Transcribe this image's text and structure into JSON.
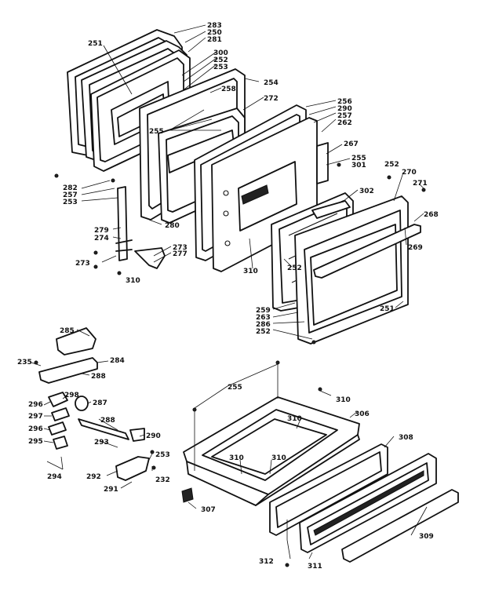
{
  "labels": {
    "l283": "283",
    "l250": "250",
    "l281": "281",
    "l251a": "251",
    "l300": "300",
    "l252a": "252",
    "l253a": "253",
    "l254": "254",
    "l258": "258",
    "l272": "272",
    "l255a": "255",
    "l256": "256",
    "l290a": "290",
    "l257a": "257",
    "l262": "262",
    "l267": "267",
    "l255b": "255",
    "l301": "301",
    "l252b": "252",
    "l270": "270",
    "l271": "271",
    "l282": "282",
    "l257b": "257",
    "l253b": "253",
    "l302": "302",
    "l268": "268",
    "l279": "279",
    "l274": "274",
    "l280": "280",
    "l273a": "273",
    "l277": "277",
    "l273b": "273",
    "l269": "269",
    "l310a": "310",
    "l252c": "252",
    "l310b": "310",
    "l259": "259",
    "l263": "263",
    "l286": "286",
    "l252d": "252",
    "l251b": "251",
    "l285": "285",
    "l235": "235",
    "l284": "284",
    "l288a": "288",
    "l298": "298",
    "l287": "287",
    "l296a": "296",
    "l297": "297",
    "l288b": "288",
    "l296b": "296",
    "l290b": "290",
    "l295": "295",
    "l293": "293",
    "l253c": "253",
    "l294": "294",
    "l292": "292",
    "l291": "291",
    "l232": "232",
    "l255c": "255",
    "l310c": "310",
    "l310d": "310",
    "l306": "306",
    "l310e": "310",
    "l310f": "310",
    "l308": "308",
    "l307": "307",
    "l309": "309",
    "l312": "312",
    "l311": "311"
  }
}
